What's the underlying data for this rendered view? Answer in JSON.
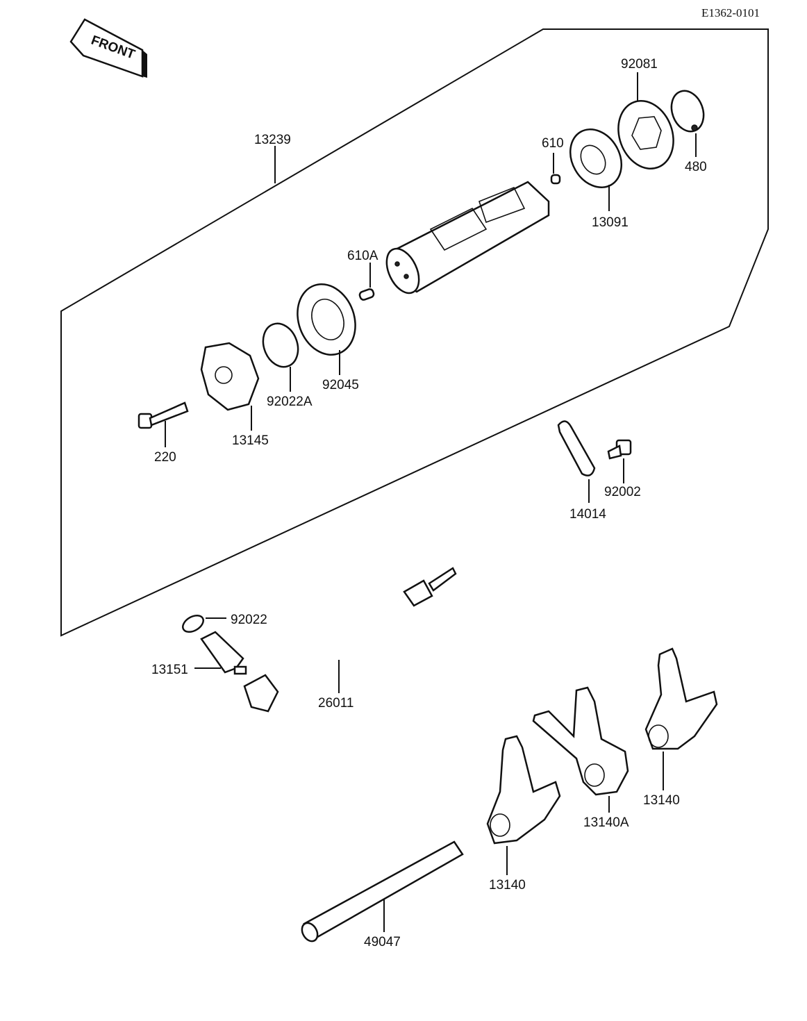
{
  "diagram_ref": "E1362-0101",
  "front_label": "FRONT",
  "parts": {
    "p13239": "13239",
    "p92081": "92081",
    "p610": "610",
    "p480": "480",
    "p13091": "13091",
    "p610A": "610A",
    "p92045": "92045",
    "p92022A": "92022A",
    "p13145": "13145",
    "p220": "220",
    "p92002": "92002",
    "p14014": "14014",
    "p92022": "92022",
    "p13151": "13151",
    "p26011": "26011",
    "p13140_right": "13140",
    "p13140A": "13140A",
    "p13140_left": "13140",
    "p49047": "49047"
  }
}
